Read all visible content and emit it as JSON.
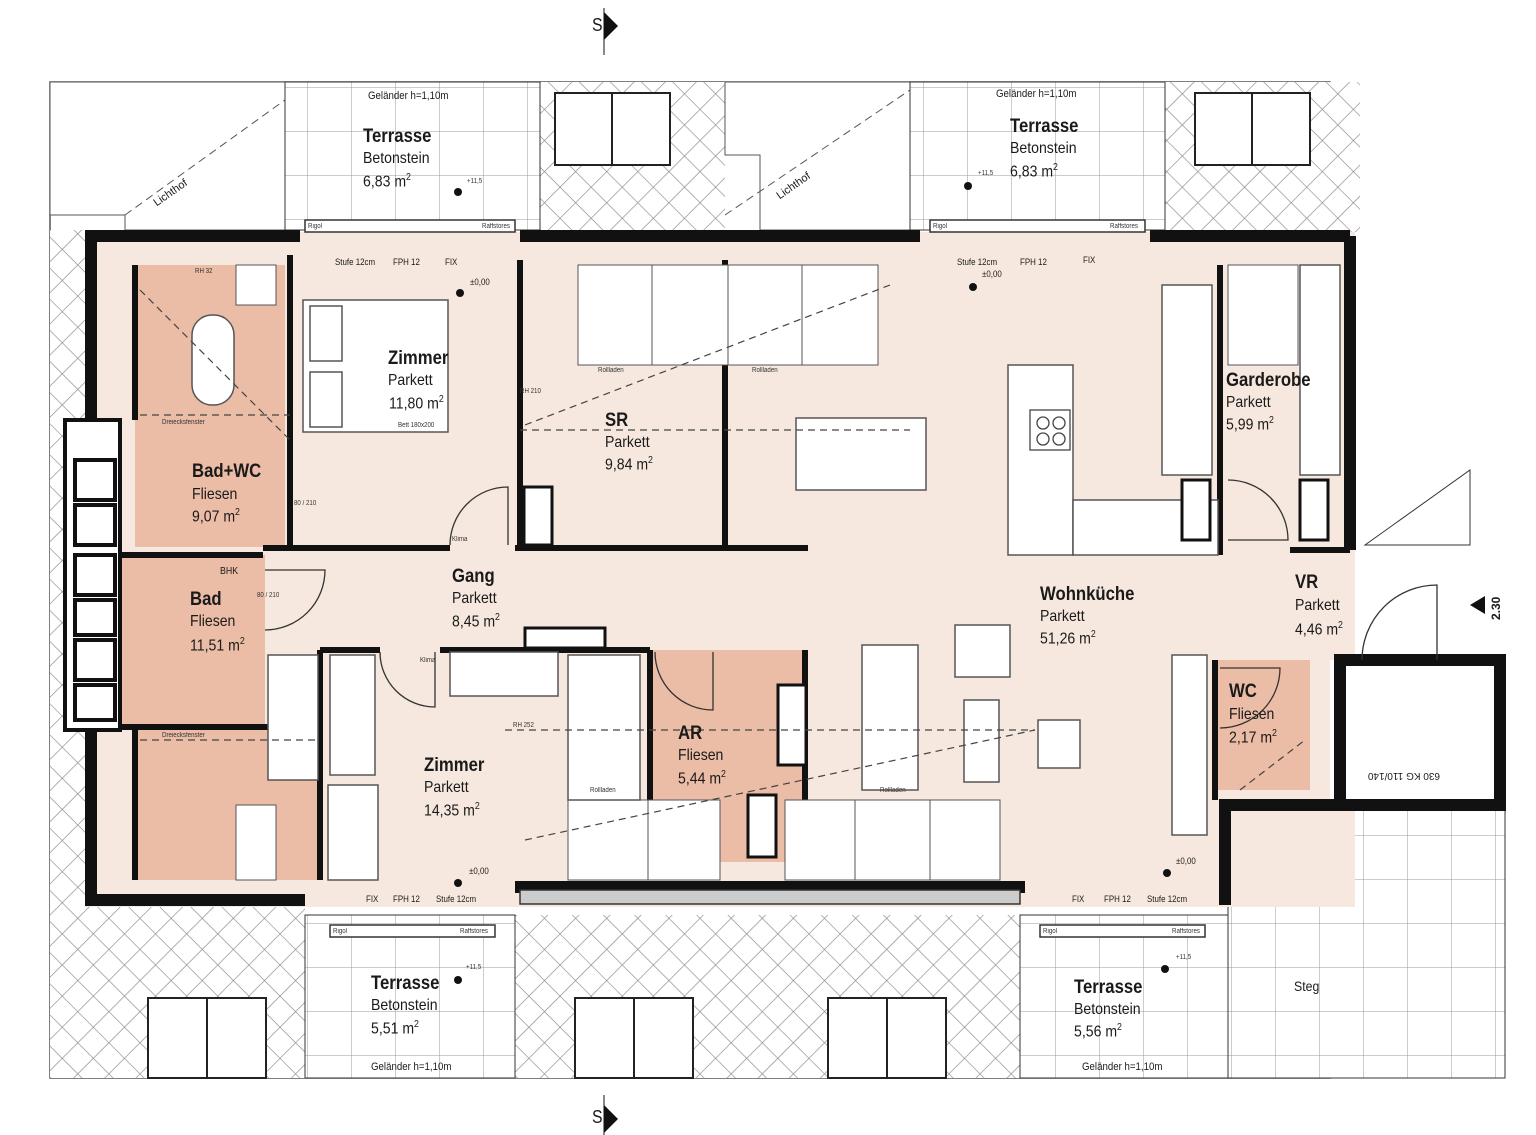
{
  "colors": {
    "floor_dry": "#f6e8de",
    "floor_wet": "#ebbca6",
    "wall": "#111111",
    "hatch": "#777777"
  },
  "section_markers": [
    "S",
    "S"
  ],
  "level_marker": "2.30",
  "lightwells": [
    "Lichthof",
    "Lichthof"
  ],
  "rooms": {
    "terrace_tl": {
      "name": "Terrasse",
      "material": "Betonstein",
      "area": "6,83 m",
      "railing": "Geländer h=1,10m",
      "level": "+11,5"
    },
    "terrace_tr": {
      "name": "Terrasse",
      "material": "Betonstein",
      "area": "6,83 m",
      "railing": "Geländer h=1,10m",
      "level": "+11,5"
    },
    "terrace_bl": {
      "name": "Terrasse",
      "material": "Betonstein",
      "area": "5,51 m",
      "railing": "Geländer h=1,10m",
      "level": "+11,5"
    },
    "terrace_br": {
      "name": "Terrasse",
      "material": "Betonstein",
      "area": "5,56 m",
      "railing": "Geländer h=1,10m",
      "level": "+11,5"
    },
    "zimmer_top": {
      "name": "Zimmer",
      "material": "Parkett",
      "area": "11,80 m",
      "bed": "Bett 180x200"
    },
    "sr": {
      "name": "SR",
      "material": "Parkett",
      "area": "9,84 m"
    },
    "garderobe": {
      "name": "Garderobe",
      "material": "Parkett",
      "area": "5,99 m"
    },
    "bad_wc": {
      "name": "Bad+WC",
      "material": "Fliesen",
      "area": "9,07 m"
    },
    "bad": {
      "name": "Bad",
      "material": "Fliesen",
      "area": "11,51 m",
      "radiator": "BHK"
    },
    "gang": {
      "name": "Gang",
      "material": "Parkett",
      "area": "8,45 m"
    },
    "wohnkueche": {
      "name": "Wohnküche",
      "material": "Parkett",
      "area": "51,26 m"
    },
    "vr": {
      "name": "VR",
      "material": "Parkett",
      "area": "4,46 m"
    },
    "wc": {
      "name": "WC",
      "material": "Fliesen",
      "area": "2,17 m"
    },
    "zimmer_bottom": {
      "name": "Zimmer",
      "material": "Parkett",
      "area": "14,35 m"
    },
    "ar": {
      "name": "AR",
      "material": "Fliesen",
      "area": "5,44 m"
    },
    "steg": {
      "name": "Steg"
    },
    "lift": {
      "label": "630 KG 110/140"
    }
  },
  "area_unit_exponent": "2",
  "annotations": {
    "step": "Stufe 12cm",
    "fph": "FPH 12",
    "fix": "FIX",
    "level_zero": "±0,00",
    "rigol": "Rigol",
    "raffstores": "Raffstores",
    "triangle_window": "Dreiecksfenster",
    "klima": "Klima",
    "rollladen": "Rollladen",
    "door_80_210": "80 / 210",
    "rh32": "RH 32",
    "rh210": "RH 210",
    "rh252": "RH 252"
  }
}
